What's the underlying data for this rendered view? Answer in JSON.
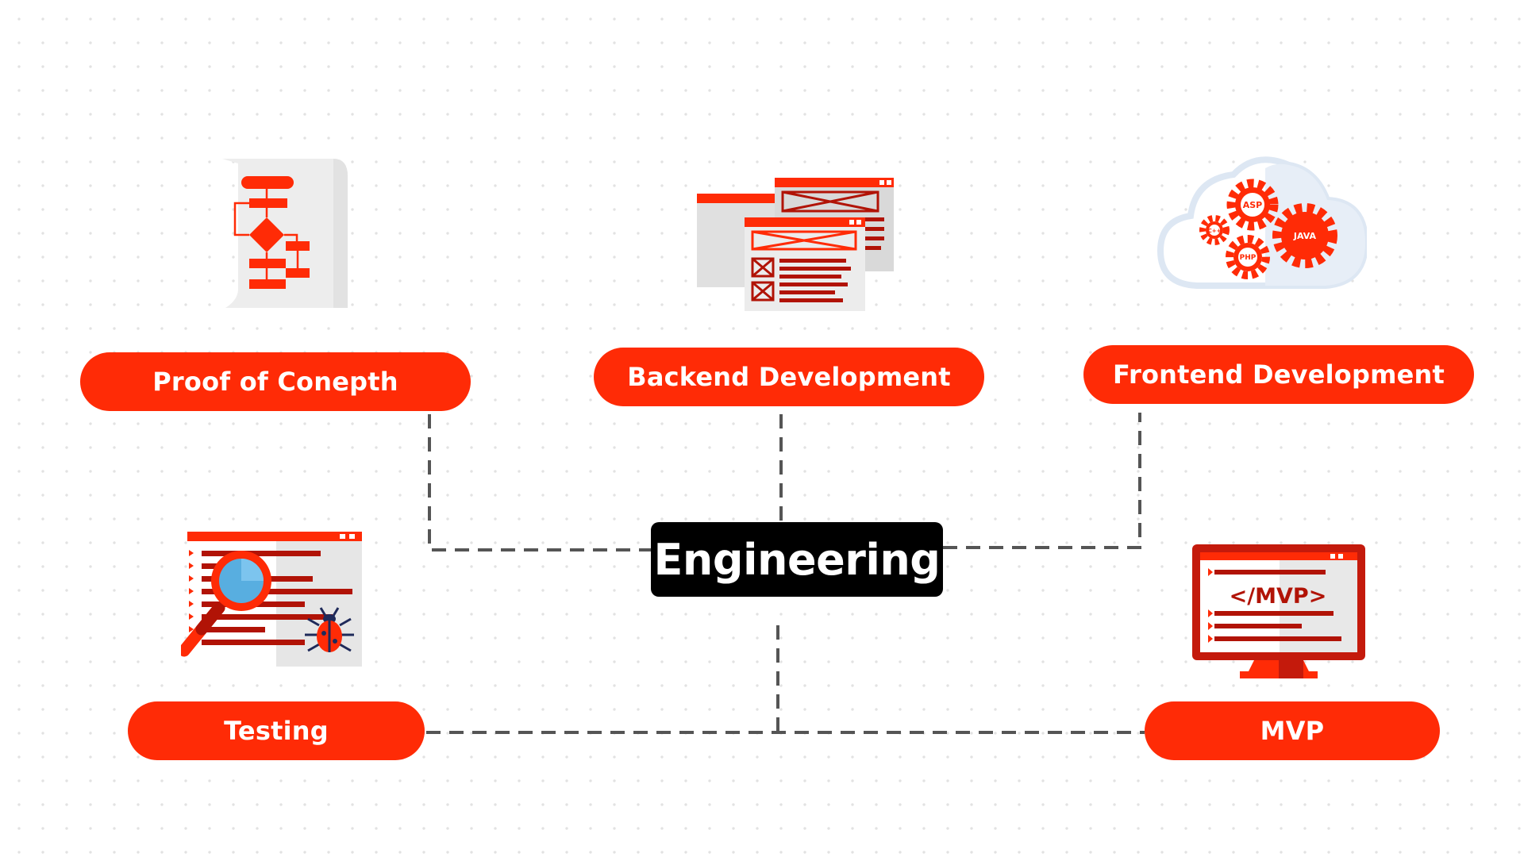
{
  "hub": {
    "label": "Engineering"
  },
  "nodes": {
    "proof_of_concept": {
      "label": "Proof of Conepth",
      "icon": "flowchart-icon"
    },
    "backend": {
      "label": "Backend Development",
      "icon": "wireframe-windows-icon"
    },
    "frontend": {
      "label": "Frontend Development",
      "icon": "cloud-gears-icon"
    },
    "testing": {
      "label": "Testing",
      "icon": "magnifier-bug-icon"
    },
    "mvp": {
      "label": "MVP",
      "icon": "monitor-mvp-icon"
    }
  },
  "icon_text": {
    "gear_asp": "ASP",
    "gear_java": "JAVA",
    "gear_php": "PHP",
    "gear_cpp": "C++",
    "mvp_screen": "</MVP>"
  },
  "colors": {
    "accent": "#ff2b06",
    "dark_red": "#b11306",
    "hub": "#000000",
    "connector": "#555555"
  }
}
